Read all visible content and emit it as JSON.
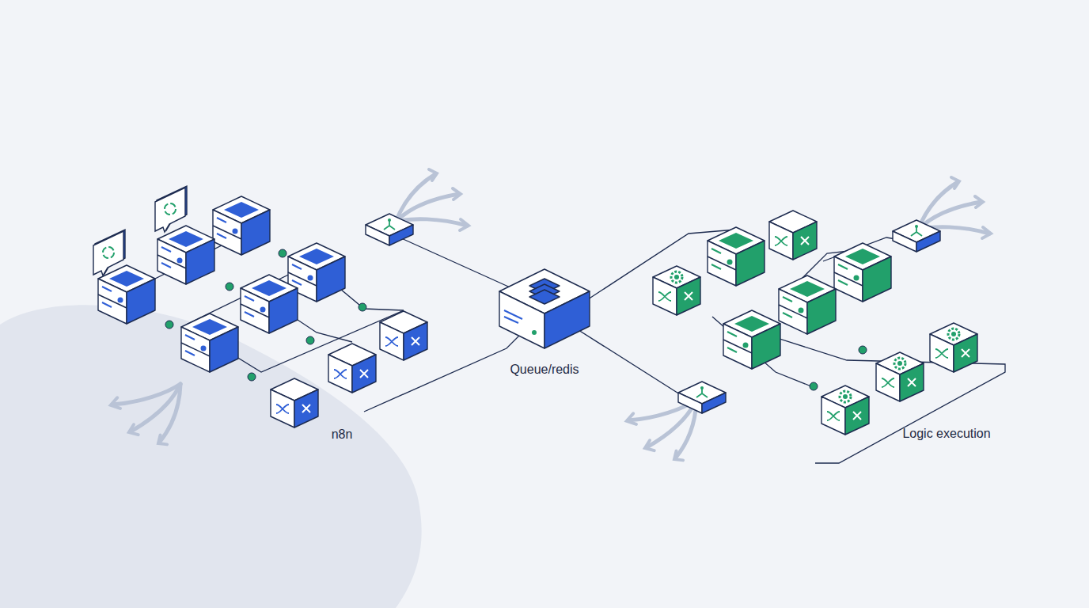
{
  "diagram": {
    "labels": [
      "n8n",
      "Queue/redis",
      "Logic execution"
    ]
  }
}
